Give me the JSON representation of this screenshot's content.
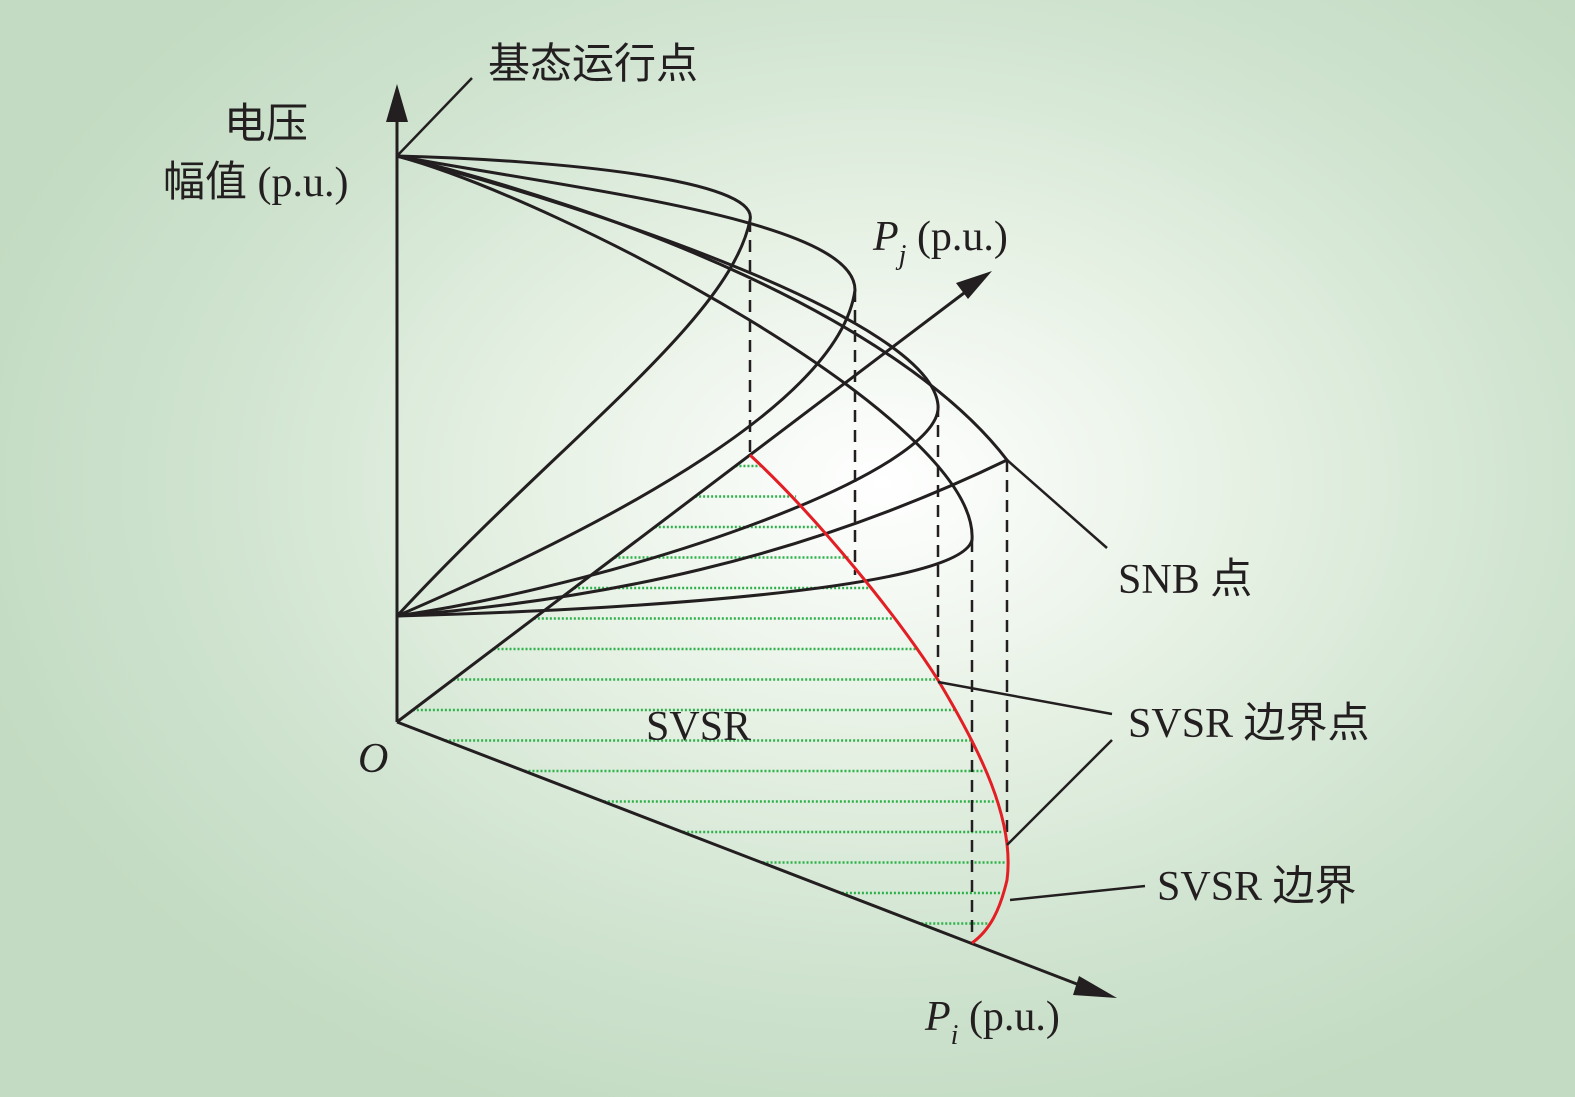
{
  "labels": {
    "base_point": "基态运行点",
    "y_axis_line1": "电压",
    "y_axis_line2": "幅值 (p.u.)",
    "pj_var": "P",
    "pj_sub": "j",
    "pj_unit": " (p.u.)",
    "pi_var": "P",
    "pi_sub": "i",
    "pi_unit": " (p.u.)",
    "origin": "O",
    "region": "SVSR",
    "snb_point": "SNB 点",
    "boundary_point": "SVSR 边界点",
    "boundary": "SVSR 边界"
  },
  "colors": {
    "line": "#231f20",
    "boundary": "#e31e24",
    "hatch": "#2db24a"
  }
}
